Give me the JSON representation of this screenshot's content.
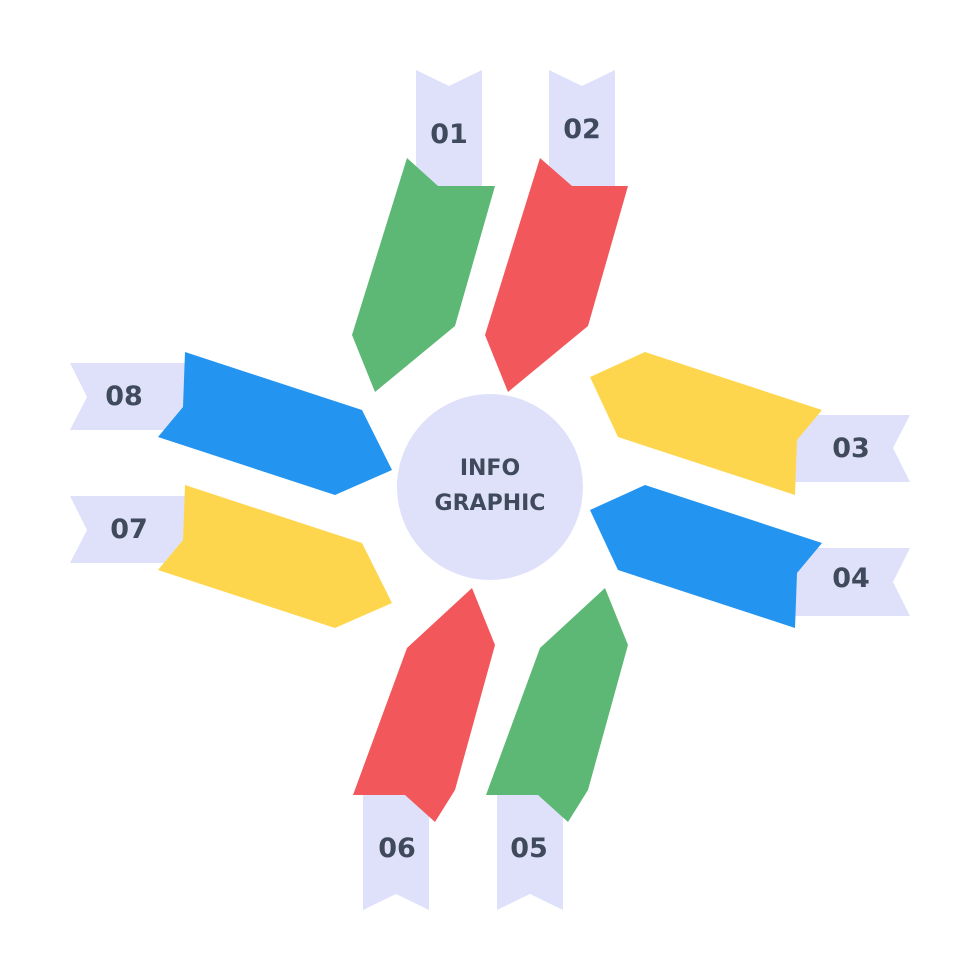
{
  "center": {
    "line1": "INFO",
    "line2": "GRAPHIC"
  },
  "colors": {
    "tag": "#dfe1fa",
    "circle": "#dfe1fa",
    "text": "#3f4a5c",
    "green": "#5cb874",
    "red": "#f2575b",
    "yellow": "#fed64d",
    "blue": "#2394f0"
  },
  "steps": [
    {
      "number": "01",
      "color": "green"
    },
    {
      "number": "02",
      "color": "red"
    },
    {
      "number": "03",
      "color": "yellow"
    },
    {
      "number": "04",
      "color": "blue"
    },
    {
      "number": "05",
      "color": "green"
    },
    {
      "number": "06",
      "color": "red"
    },
    {
      "number": "07",
      "color": "yellow"
    },
    {
      "number": "08",
      "color": "blue"
    }
  ]
}
